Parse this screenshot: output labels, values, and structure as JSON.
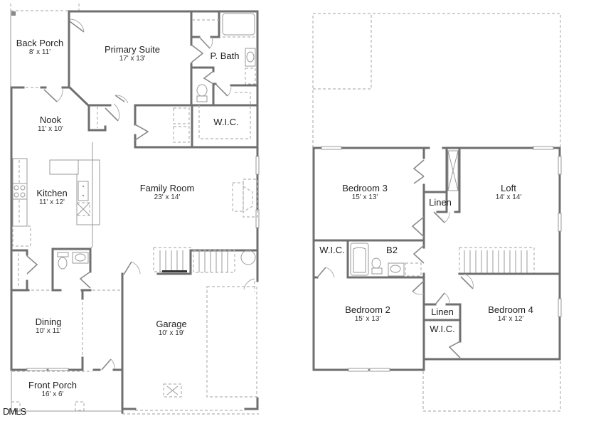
{
  "first_floor": {
    "rooms": [
      {
        "name": "Back Porch",
        "dims": "8' x 11'"
      },
      {
        "name": "Primary Suite",
        "dims": "17' x 13'"
      },
      {
        "name": "P. Bath",
        "dims": ""
      },
      {
        "name": "W.I.C.",
        "dims": ""
      },
      {
        "name": "Nook",
        "dims": "11' x 10'"
      },
      {
        "name": "Kitchen",
        "dims": "11' x 12'"
      },
      {
        "name": "Family Room",
        "dims": "23' x 14'"
      },
      {
        "name": "Dining",
        "dims": "10' x 11'"
      },
      {
        "name": "Garage",
        "dims": "10' x 19'"
      },
      {
        "name": "Front Porch",
        "dims": "16' x 6'"
      }
    ]
  },
  "second_floor": {
    "rooms": [
      {
        "name": "Bedroom 3",
        "dims": "15' x 13'"
      },
      {
        "name": "Linen",
        "dims": ""
      },
      {
        "name": "Loft",
        "dims": "14' x 14'"
      },
      {
        "name": "W.I.C.",
        "dims": ""
      },
      {
        "name": "B2",
        "dims": ""
      },
      {
        "name": "Bedroom 2",
        "dims": "15' x 13'"
      },
      {
        "name": "Linen",
        "dims": ""
      },
      {
        "name": "Bedroom 4",
        "dims": "14' x 12'"
      },
      {
        "name": "W.I.C.",
        "dims": ""
      }
    ]
  },
  "watermark": "DMLS",
  "colors": {
    "wall": "#6f6f6f",
    "dashed": "#b5b5b5",
    "text": "#222222"
  }
}
